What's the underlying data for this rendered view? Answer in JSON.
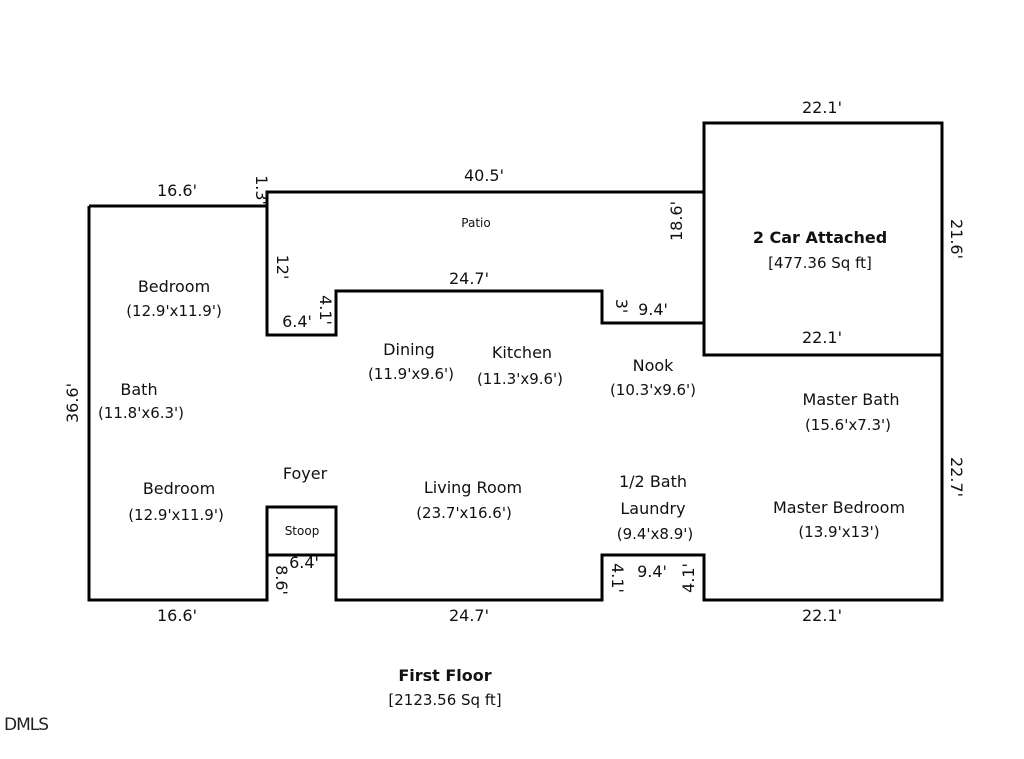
{
  "floor": {
    "title": "First Floor",
    "total_area": "[2123.56 Sq ft]"
  },
  "watermark": "DMLS",
  "patio": {
    "label": "Patio"
  },
  "stoop": {
    "label": "Stoop"
  },
  "foyer": {
    "label": "Foyer"
  },
  "garage": {
    "label": "2 Car Attached",
    "area": "[477.36 Sq ft]"
  },
  "rooms": {
    "bedroom_upper": {
      "name": "Bedroom",
      "size": "(12.9'x11.9')"
    },
    "bath": {
      "name": "Bath",
      "size": "(11.8'x6.3')"
    },
    "bedroom_lower": {
      "name": "Bedroom",
      "size": "(12.9'x11.9')"
    },
    "dining": {
      "name": "Dining",
      "size": "(11.9'x9.6')"
    },
    "kitchen": {
      "name": "Kitchen",
      "size": "(11.3'x9.6')"
    },
    "nook": {
      "name": "Nook",
      "size": "(10.3'x9.6')"
    },
    "living_room": {
      "name": "Living Room",
      "size": "(23.7'x16.6')"
    },
    "half_bath": {
      "name": "1/2 Bath"
    },
    "laundry": {
      "name": "Laundry",
      "size": "(9.4'x8.9')"
    },
    "master_bath": {
      "name": "Master Bath",
      "size": "(15.6'x7.3')"
    },
    "master_bedroom": {
      "name": "Master Bedroom",
      "size": "(13.9'x13')"
    }
  },
  "dimensions": {
    "garage_top": "22.1'",
    "garage_right": "21.6'",
    "garage_bottom": "22.1'",
    "patio_top": "40.5'",
    "patio_right": "18.6'",
    "patio_left": "12'",
    "patio_notch_left": "1.3'",
    "top_left": "16.6'",
    "left_side": "36.6'",
    "dining_top": "24.7'",
    "step_left_h": "6.4'",
    "step_left_v": "4.1'",
    "nook_step_v": "3'",
    "nook_step_h": "9.4'",
    "right_side": "22.7'",
    "bottom_left": "16.6'",
    "bottom_mid": "24.7'",
    "bottom_right": "22.1'",
    "stoop_h": "6.4'",
    "stoop_v": "8.6'",
    "laundry_h": "9.4'",
    "laundry_v_left": "4.1'",
    "laundry_v_right": "4.1'"
  }
}
